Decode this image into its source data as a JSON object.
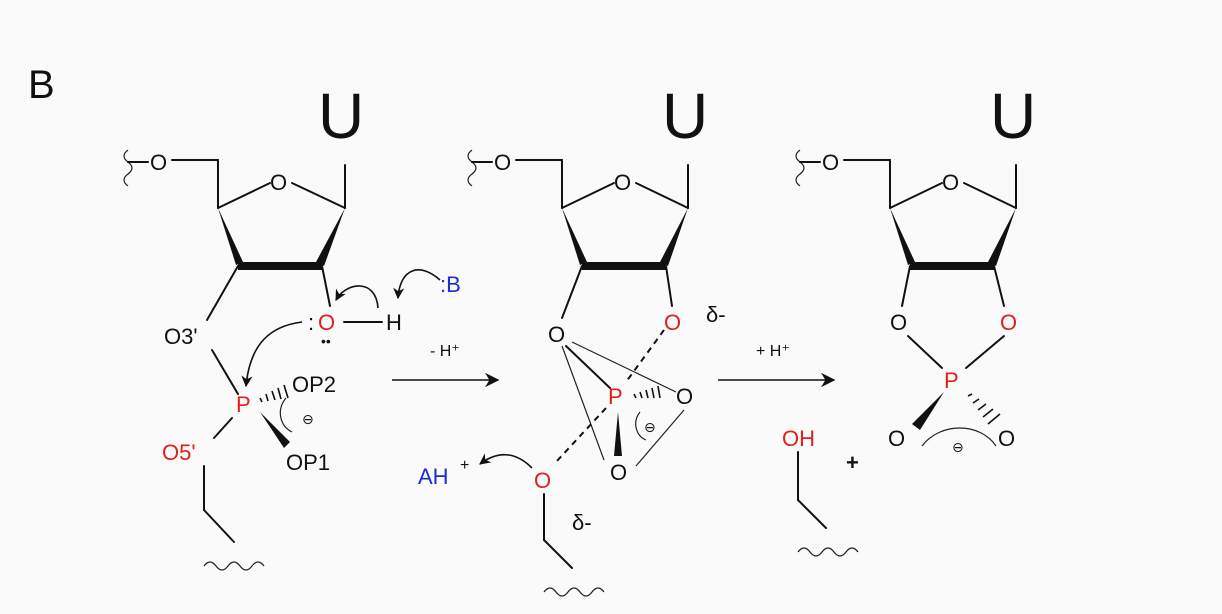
{
  "panel_label": "B",
  "colors": {
    "oxygen_red": "#e0201c",
    "base_blue": "#1a2fd0",
    "ink": "#111111"
  },
  "step1": {
    "base": "U",
    "ring_o": "O",
    "link_o": "O",
    "o3": "O3'",
    "o2_colon": ":",
    "o2": "O",
    "o2_pair": "••",
    "h": "H",
    "base_b": ":B",
    "p": "P",
    "op2": "OP2",
    "op1": "OP1",
    "o5": "O5'",
    "charge": "⊖"
  },
  "arrow1_label": "- H⁺",
  "step2": {
    "base": "U",
    "ring_o": "O",
    "link_o": "O",
    "o3": "O",
    "o2": "O",
    "delta_top": "δ-",
    "p": "P",
    "o_right": "O",
    "o_bottom": "O",
    "o5": "O",
    "delta_bottom": "δ-",
    "ah": "AH",
    "ah_plus": "+",
    "charge": "⊖"
  },
  "arrow2_label": "+ H⁺",
  "step3": {
    "base": "U",
    "ring_o": "O",
    "link_o": "O",
    "o3": "O",
    "o2": "O",
    "p": "P",
    "o_left": "O",
    "o_right": "O",
    "oh": "OH",
    "plus": "+",
    "charge": "⊖"
  }
}
